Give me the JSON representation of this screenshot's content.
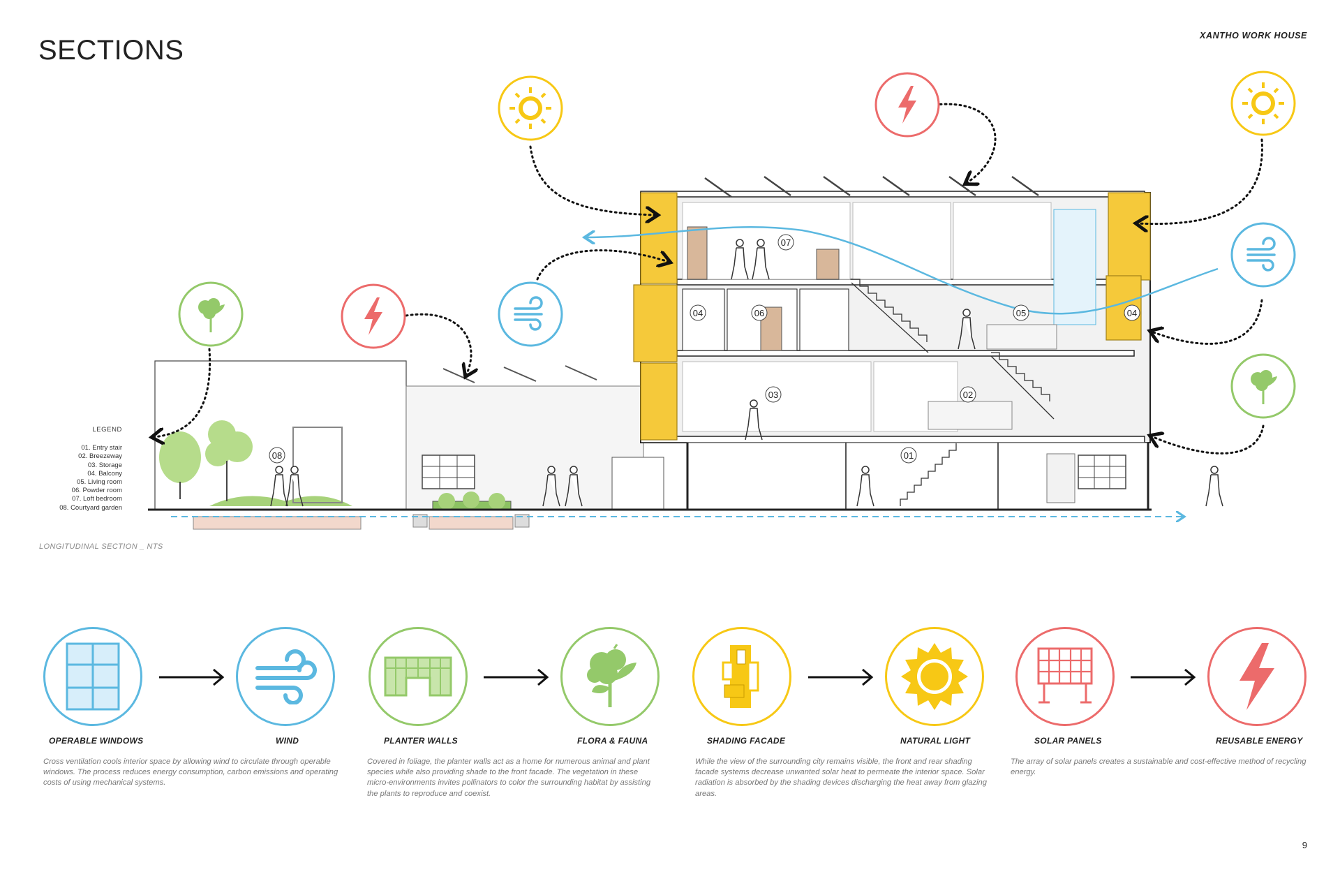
{
  "page": {
    "title": "SECTIONS",
    "project": "XANTHO WORK HOUSE",
    "page_number": "9",
    "caption": "LONGITUDINAL SECTION _ NTS"
  },
  "legend": {
    "title": "LEGEND",
    "items": [
      "01. Entry stair",
      "02. Breezeway",
      "03. Storage",
      "04. Balcony",
      "05. Living room",
      "06. Powder room",
      "07. Loft bedroom",
      "08. Courtyard garden"
    ]
  },
  "room_tags": [
    "01",
    "02",
    "03",
    "04",
    "05",
    "06",
    "07",
    "08",
    "04"
  ],
  "colors": {
    "blue": "#5bb8e0",
    "green": "#94c96a",
    "yellow": "#f7c815",
    "red": "#ec6b6b",
    "facade": "#f5c93a"
  },
  "strategies": [
    {
      "label": "OPERABLE WINDOWS",
      "icon": "window-icon",
      "color": "#5bb8e0"
    },
    {
      "label": "WIND",
      "icon": "wind-icon",
      "color": "#5bb8e0"
    },
    {
      "label": "PLANTER WALLS",
      "icon": "planter-wall-icon",
      "color": "#94c96a"
    },
    {
      "label": "FLORA & FAUNA",
      "icon": "flora-icon",
      "color": "#94c96a"
    },
    {
      "label": "SHADING FACADE",
      "icon": "shading-facade-icon",
      "color": "#f7c815"
    },
    {
      "label": "NATURAL LIGHT",
      "icon": "sun-icon",
      "color": "#f7c815"
    },
    {
      "label": "SOLAR PANELS",
      "icon": "solar-panel-icon",
      "color": "#ec6b6b"
    },
    {
      "label": "REUSABLE ENERGY",
      "icon": "lightning-icon",
      "color": "#ec6b6b"
    }
  ],
  "descriptions": [
    "Cross ventilation cools interior space by allowing wind to circulate through operable windows. The process reduces energy consumption, carbon emissions and operating costs of using mechanical systems.",
    "Covered in foliage, the planter walls act as a home for numerous animal and plant species while also providing shade to the front facade. The vegetation in these micro-environments invites pollinators to color the surrounding habitat by assisting the plants to reproduce and coexist.",
    "While the view of the surrounding city remains visible, the front and rear shading facade systems  decrease unwanted solar heat to permeate the interior space. Solar radiation is absorbed by the shading devices discharging the heat away from glazing areas.",
    "The array of solar panels creates a sustainable and cost-effective method of recycling energy."
  ]
}
